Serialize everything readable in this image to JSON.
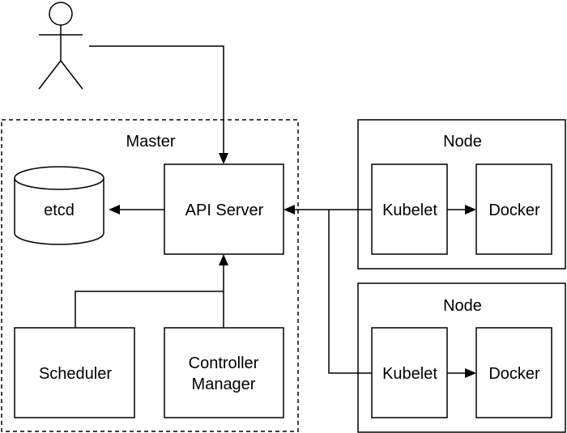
{
  "master": {
    "label": "Master"
  },
  "etcd": {
    "label": "etcd"
  },
  "api_server": {
    "label": "API Server"
  },
  "scheduler": {
    "label": "Scheduler"
  },
  "controller_manager": {
    "line1": "Controller",
    "line2": "Manager"
  },
  "nodes": [
    {
      "label": "Node",
      "kubelet": "Kubelet",
      "docker": "Docker"
    },
    {
      "label": "Node",
      "kubelet": "Kubelet",
      "docker": "Docker"
    }
  ]
}
